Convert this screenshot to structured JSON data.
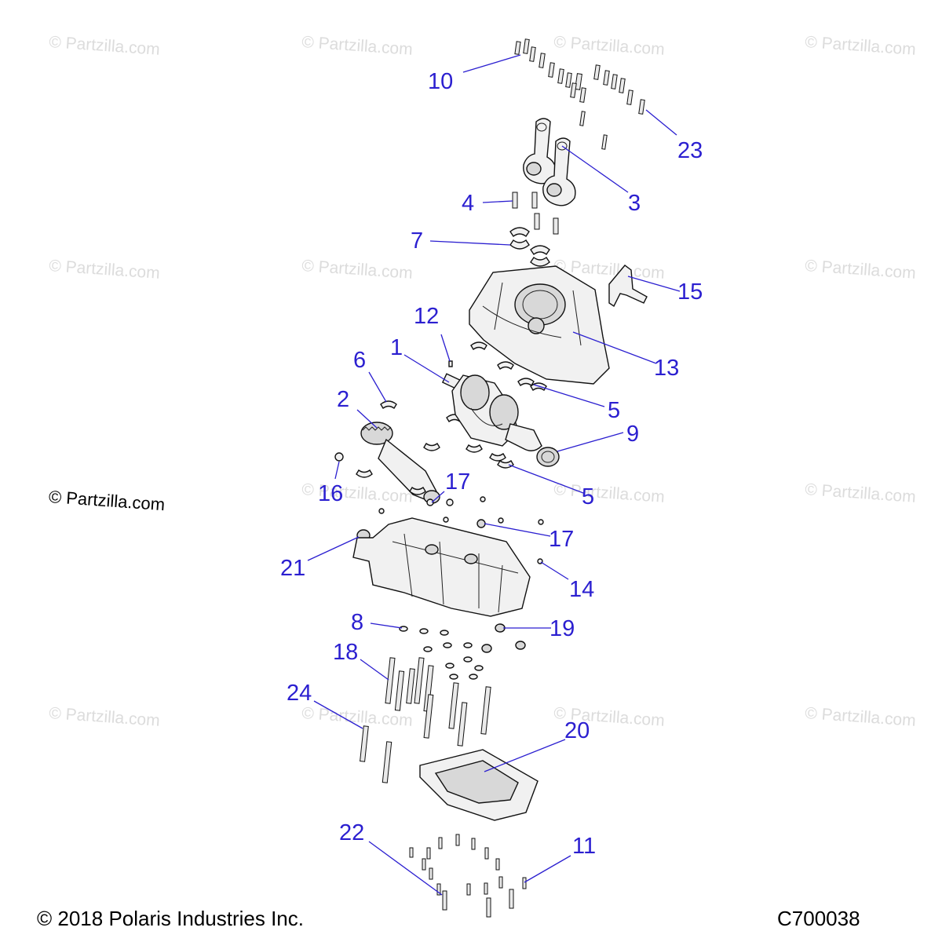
{
  "watermark_text": "© Partzilla.com",
  "watermark_left_text": "© Partzilla.com",
  "copyright": "© 2018 Polaris Industries Inc.",
  "diagram_code": "C700038",
  "colors": {
    "callout": "#2b1fd0",
    "line_art": "#111111",
    "watermark": "#dcdcdc"
  },
  "callouts": [
    {
      "id": "c10",
      "label": "10"
    },
    {
      "id": "c23",
      "label": "23"
    },
    {
      "id": "c4",
      "label": "4"
    },
    {
      "id": "c3",
      "label": "3"
    },
    {
      "id": "c7",
      "label": "7"
    },
    {
      "id": "c15",
      "label": "15"
    },
    {
      "id": "c12",
      "label": "12"
    },
    {
      "id": "c1",
      "label": "1"
    },
    {
      "id": "c6",
      "label": "6"
    },
    {
      "id": "c13",
      "label": "13"
    },
    {
      "id": "c2",
      "label": "2"
    },
    {
      "id": "c5a",
      "label": "5"
    },
    {
      "id": "c9",
      "label": "9"
    },
    {
      "id": "c17a",
      "label": "17"
    },
    {
      "id": "c16",
      "label": "16"
    },
    {
      "id": "c5b",
      "label": "5"
    },
    {
      "id": "c17b",
      "label": "17"
    },
    {
      "id": "c21",
      "label": "21"
    },
    {
      "id": "c14",
      "label": "14"
    },
    {
      "id": "c8",
      "label": "8"
    },
    {
      "id": "c19",
      "label": "19"
    },
    {
      "id": "c18",
      "label": "18"
    },
    {
      "id": "c24",
      "label": "24"
    },
    {
      "id": "c20",
      "label": "20"
    },
    {
      "id": "c22",
      "label": "22"
    },
    {
      "id": "c11",
      "label": "11"
    }
  ]
}
